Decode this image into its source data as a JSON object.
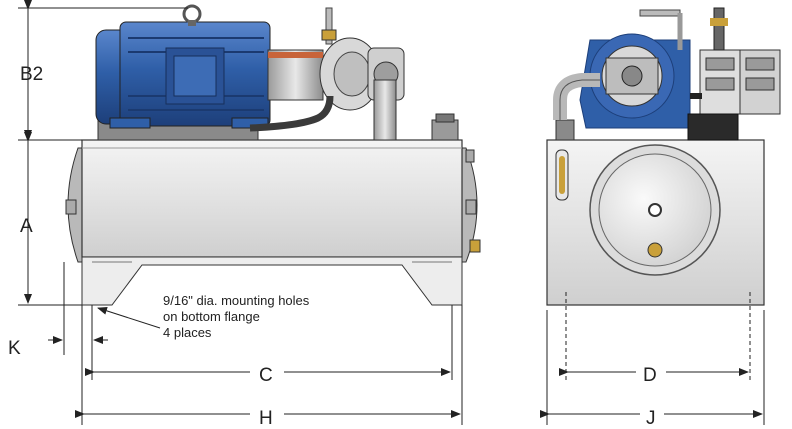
{
  "dimensions": {
    "B2": "B2",
    "A": "A",
    "K": "K",
    "C": "C",
    "H": "H",
    "D": "D",
    "J": "J"
  },
  "note": {
    "line1": "9/16\" dia. mounting holes",
    "line2": "on bottom flange",
    "line3": "4 places"
  },
  "colors": {
    "motor_blue": "#2f5fa8",
    "tank_gray": "#e6e6e6",
    "outline": "#333333",
    "pump_orange": "#c8643a"
  }
}
